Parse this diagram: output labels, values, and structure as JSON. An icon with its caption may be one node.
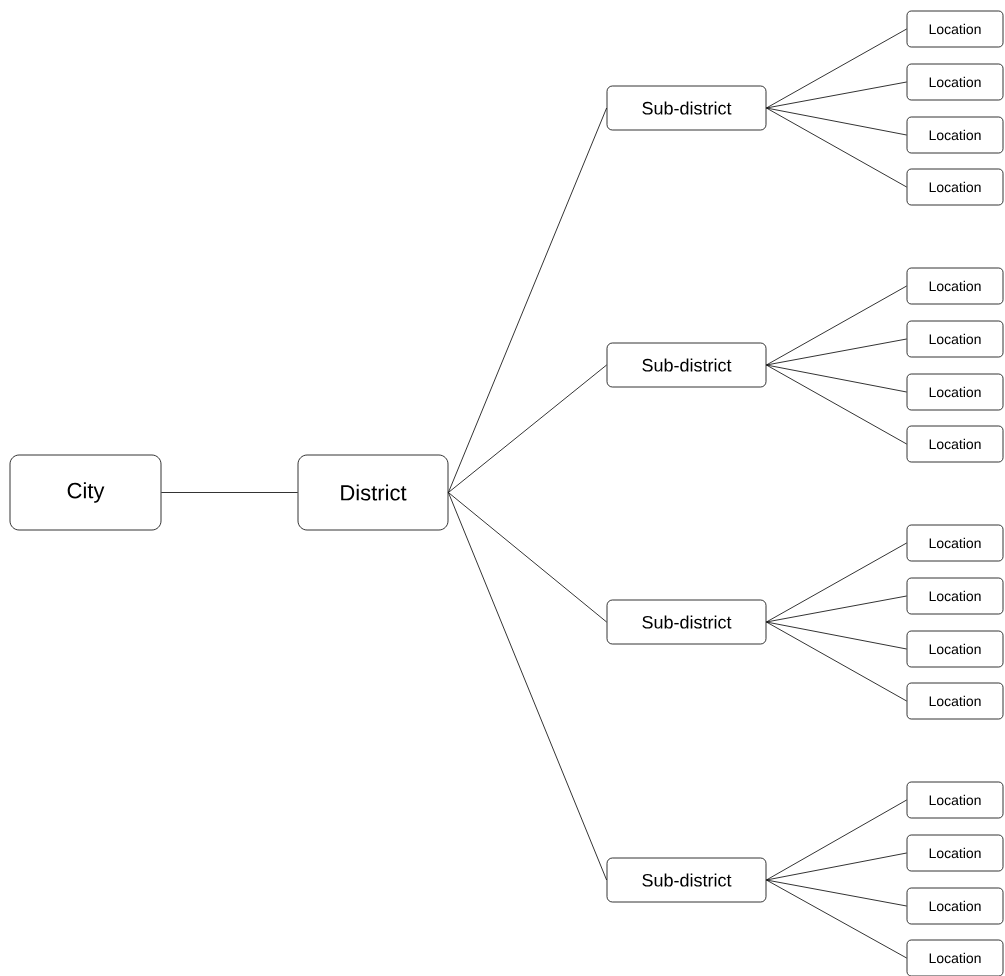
{
  "diagram": {
    "nodes": [
      {
        "text": [
          "City"
        ]
      },
      {
        "text": [
          "District"
        ]
      },
      {
        "text": [
          "Sub-district"
        ]
      },
      {
        "text": [
          "Location"
        ]
      },
      {
        "text": [
          "Location"
        ]
      },
      {
        "text": [
          "Location"
        ]
      },
      {
        "text": [
          "Location"
        ]
      },
      {
        "text": [
          "Sub-district"
        ]
      },
      {
        "text": [
          "Location"
        ]
      },
      {
        "text": [
          "Location"
        ]
      },
      {
        "text": [
          "Location"
        ]
      },
      {
        "text": [
          "Location"
        ]
      },
      {
        "text": [
          "Sub-district"
        ]
      },
      {
        "text": [
          "Location"
        ]
      },
      {
        "text": [
          "Location"
        ]
      },
      {
        "text": [
          "Location"
        ]
      },
      {
        "text": [
          "Location"
        ]
      },
      {
        "text": [
          "Sub-district"
        ]
      },
      {
        "text": [
          "Location"
        ]
      },
      {
        "text": [
          "Location"
        ]
      },
      {
        "text": [
          "Location"
        ]
      },
      {
        "text": [
          "Location"
        ]
      }
    ],
    "edges": [
      {
        "from": 0,
        "to": 1,
        "arrow": "none"
      },
      {
        "from": 1,
        "to": 2,
        "arrow": "none"
      },
      {
        "from": 1,
        "to": 7,
        "arrow": "none"
      },
      {
        "from": 1,
        "to": 12,
        "arrow": "none"
      },
      {
        "from": 1,
        "to": 17,
        "arrow": "none"
      },
      {
        "from": 2,
        "to": 3,
        "arrow": "none"
      },
      {
        "from": 2,
        "to": 4,
        "arrow": "none"
      },
      {
        "from": 2,
        "to": 5,
        "arrow": "none"
      },
      {
        "from": 2,
        "to": 6,
        "arrow": "none"
      },
      {
        "from": 7,
        "to": 8,
        "arrow": "none"
      },
      {
        "from": 7,
        "to": 9,
        "arrow": "none"
      },
      {
        "from": 7,
        "to": 10,
        "arrow": "none"
      },
      {
        "from": 7,
        "to": 11,
        "arrow": "none"
      },
      {
        "from": 12,
        "to": 13,
        "arrow": "none"
      },
      {
        "from": 12,
        "to": 14,
        "arrow": "none"
      },
      {
        "from": 12,
        "to": 15,
        "arrow": "none"
      },
      {
        "from": 12,
        "to": 16,
        "arrow": "none"
      },
      {
        "from": 17,
        "to": 18,
        "arrow": "none"
      },
      {
        "from": 17,
        "to": 19,
        "arrow": "none"
      },
      {
        "from": 17,
        "to": 20,
        "arrow": "none"
      },
      {
        "from": 17,
        "to": 21,
        "arrow": "none"
      }
    ]
  }
}
